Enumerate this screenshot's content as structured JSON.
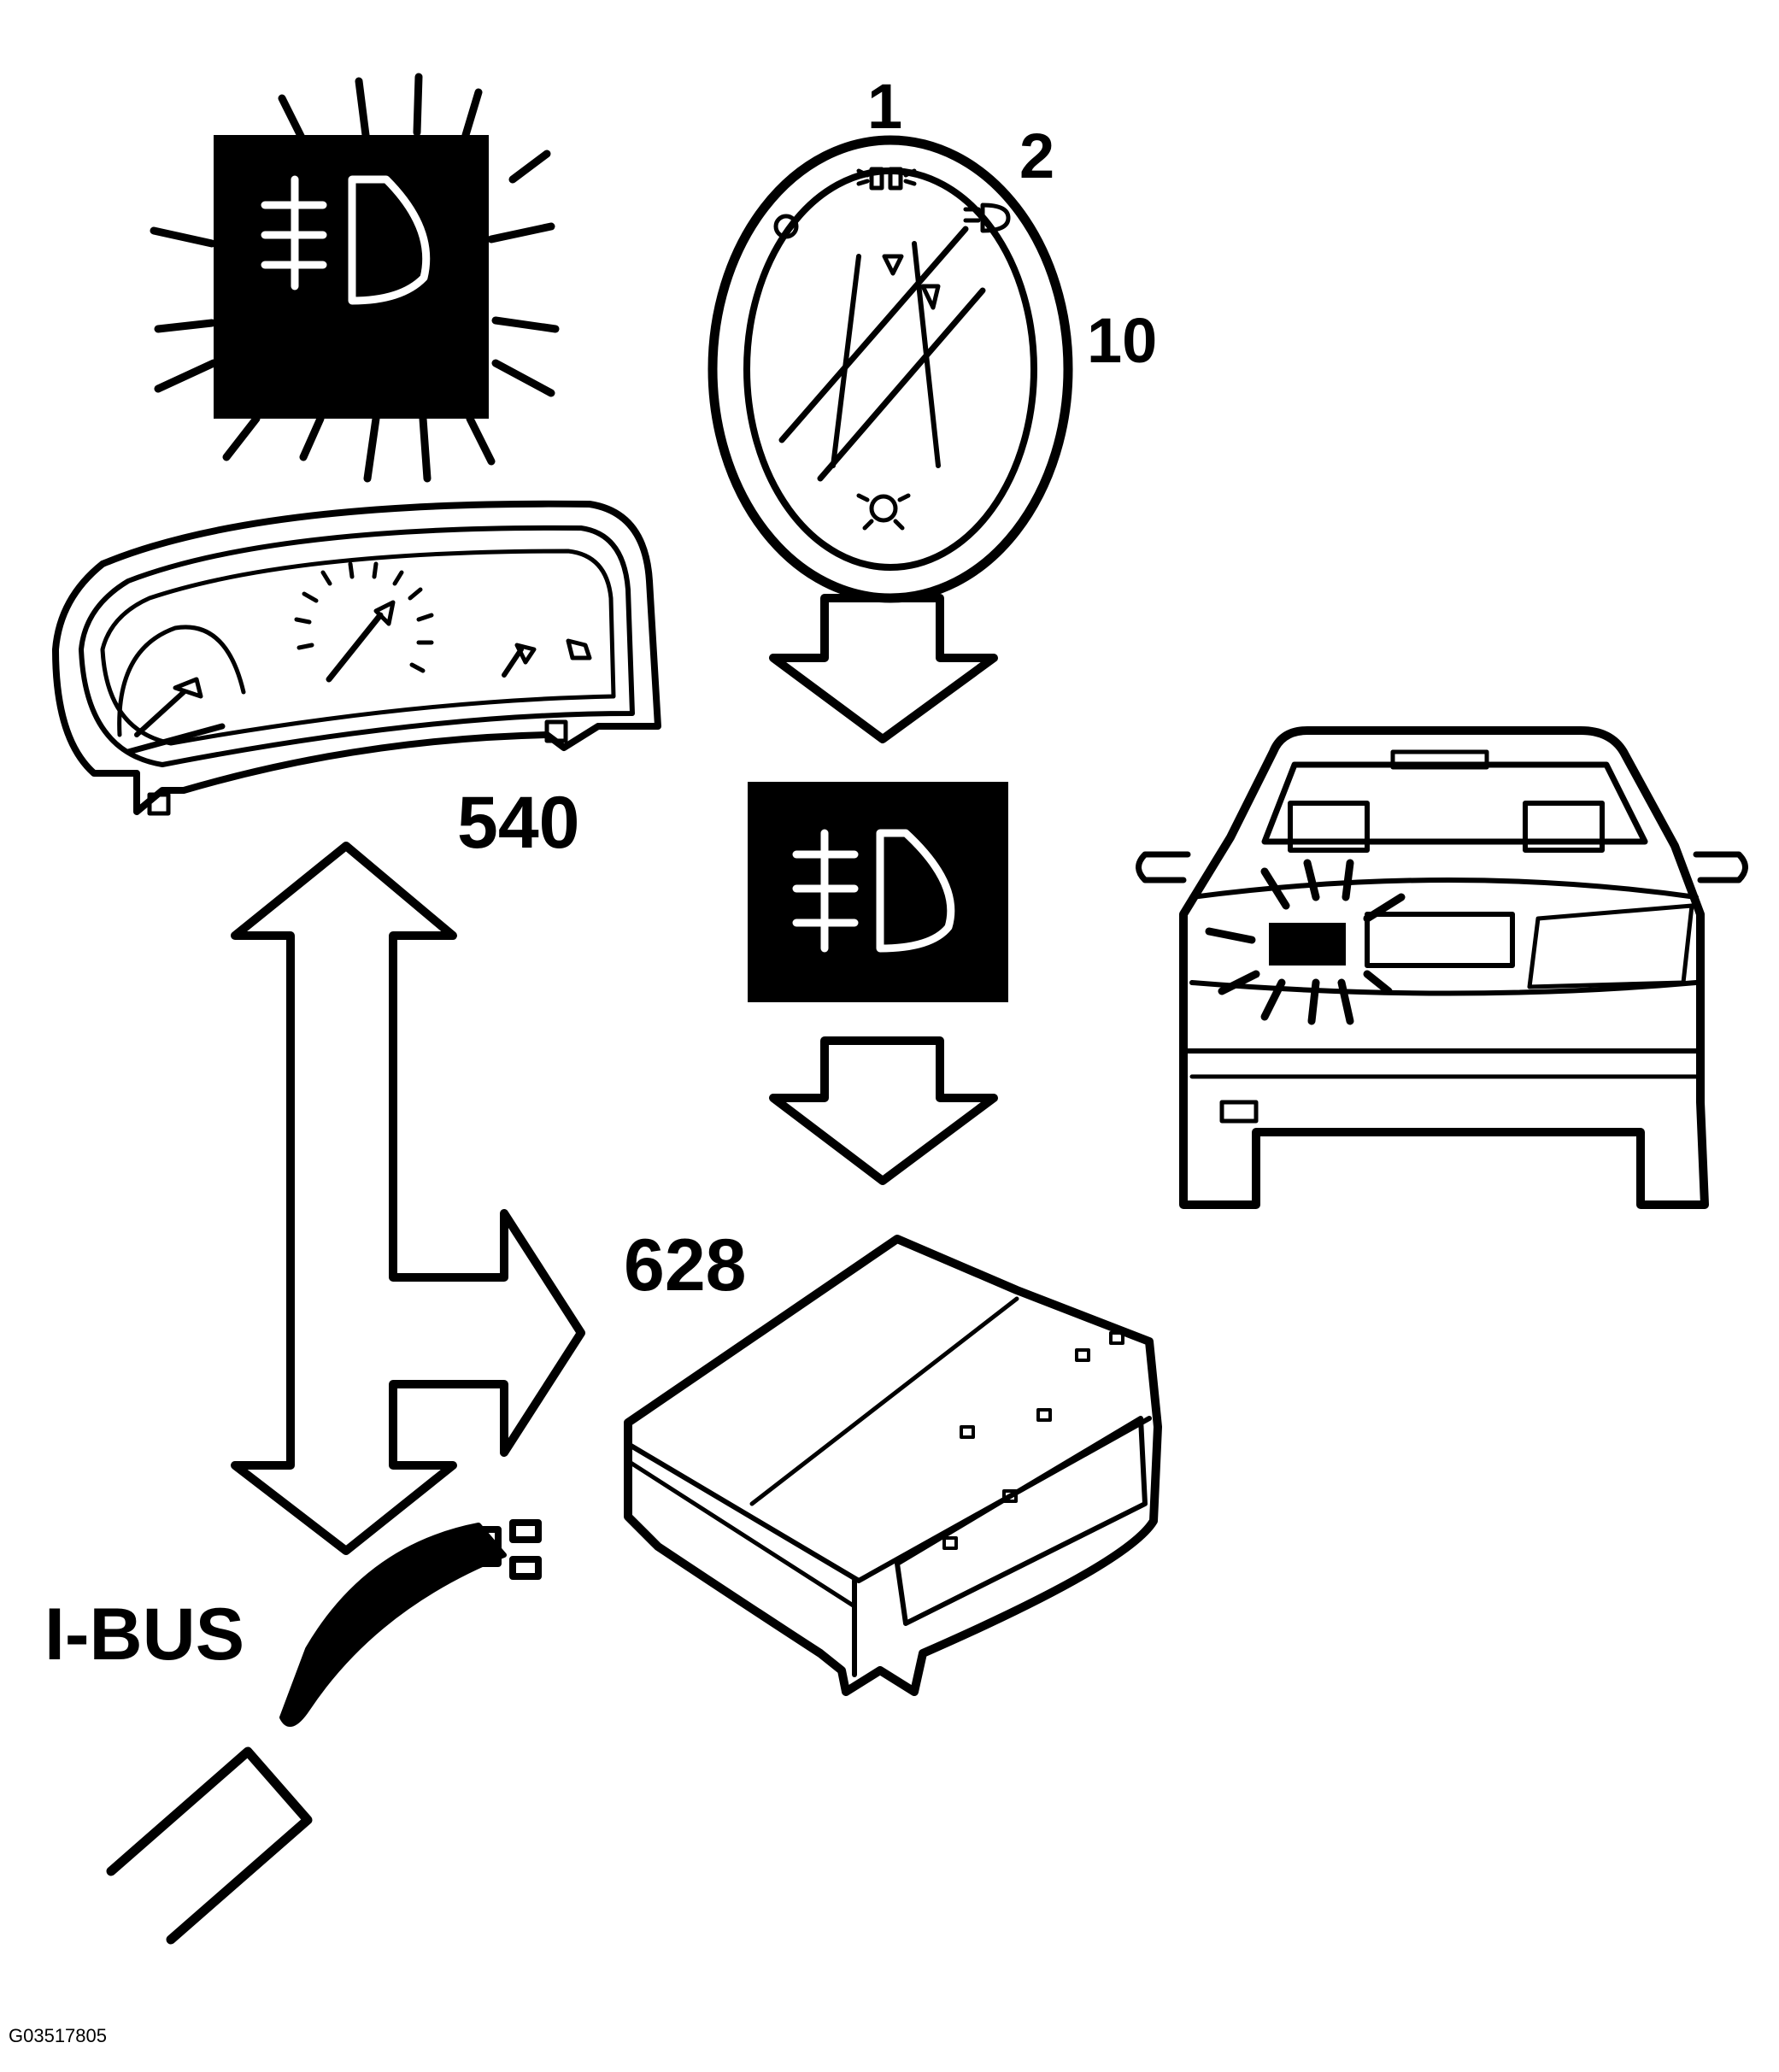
{
  "labels": {
    "switch_pos_1": "1",
    "switch_pos_2": "2",
    "switch_pos_10": "10",
    "instrument_cluster": "540",
    "control_module": "628",
    "bus": "I-BUS",
    "figure_code": "G03517805"
  },
  "colors": {
    "ink": "#000000",
    "paper": "#ffffff"
  },
  "icons": {
    "indicator_lamp": "rear-fog-lamp-icon",
    "switch": "light-switch-dial-icon",
    "arrow_down": "arrow-down-outline-icon",
    "bus_arrow": "double-arrow-branch-icon",
    "cluster": "instrument-cluster-icon",
    "module": "control-module-icon",
    "car": "car-rear-view-icon",
    "cable": "bus-cable-connector-icon"
  }
}
